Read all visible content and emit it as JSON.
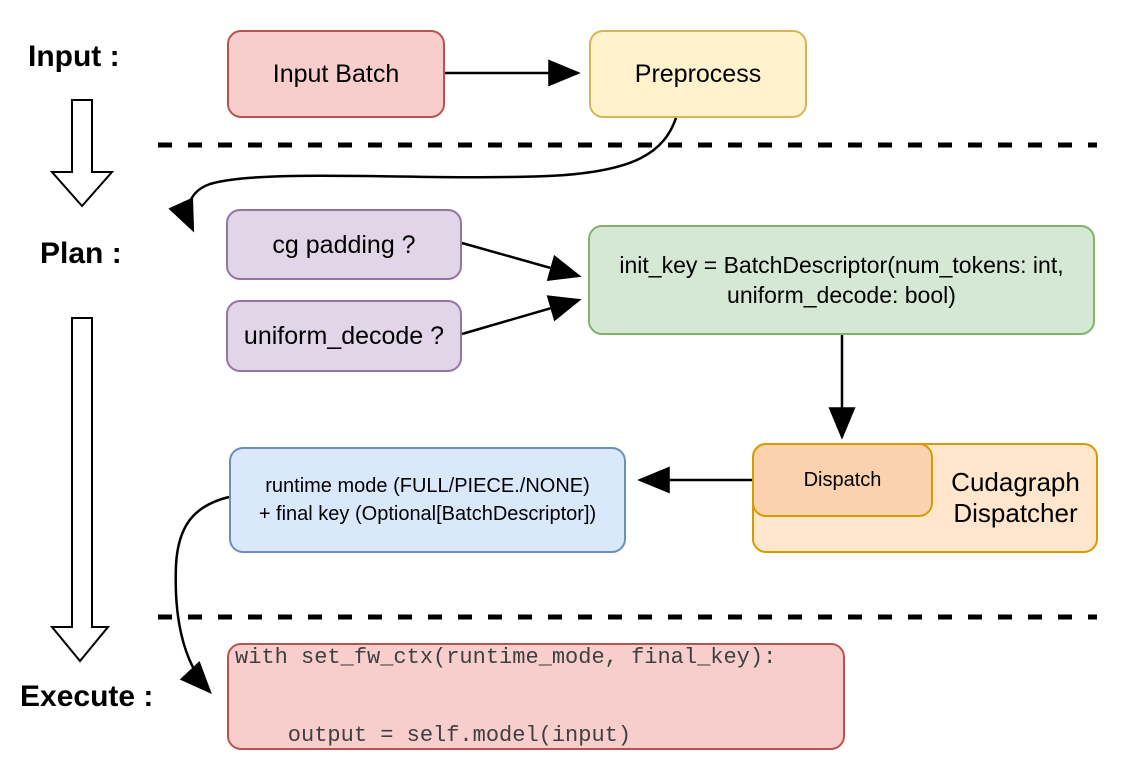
{
  "diagram": {
    "title_sections": {
      "input_label": "Input :",
      "plan_label": "Plan :",
      "execute_label": "Execute :"
    },
    "nodes": {
      "input_batch": {
        "label": "Input Batch"
      },
      "preprocess": {
        "label": "Preprocess"
      },
      "cg_padding": {
        "label": "cg padding ?"
      },
      "uniform_decode": {
        "label": "uniform_decode ?"
      },
      "init_key": {
        "line1": "init_key = BatchDescriptor(num_tokens: int,",
        "line2": "uniform_decode: bool)"
      },
      "dispatch": {
        "label": "Dispatch"
      },
      "cudagraph_dispatcher": {
        "line1": "Cudagraph",
        "line2": "Dispatcher"
      },
      "runtime_mode": {
        "line1": "runtime mode (FULL/PIECE./NONE)",
        "line2": "+ final key (Optional[BatchDescriptor])"
      },
      "execute_code": {
        "line1": "with set_fw_ctx(runtime_mode, final_key):",
        "line2": "    output = self.model(input)"
      }
    },
    "colors": {
      "red_fill": "#f8cecc",
      "red_stroke": "#b85450",
      "yellow_fill": "#fff2cc",
      "yellow_stroke": "#d6b656",
      "purple_fill": "#e1d5e7",
      "purple_stroke": "#9673a6",
      "green_fill": "#d5e8d4",
      "green_stroke": "#82b366",
      "blue_fill": "#dae8fc",
      "blue_stroke": "#6c8ebf",
      "orange_outer_fill": "#ffe6cc",
      "orange_inner_fill": "#fbd2ae",
      "orange_stroke": "#d79b00",
      "connector": "#000000",
      "code_text": "#3f3f3f"
    }
  }
}
